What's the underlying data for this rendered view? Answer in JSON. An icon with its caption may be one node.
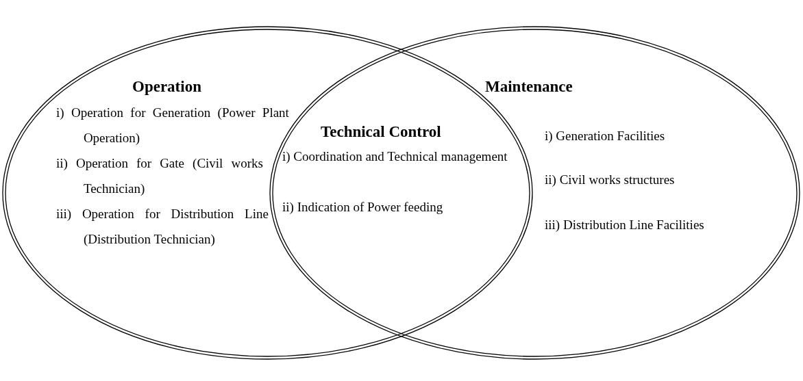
{
  "diagram": {
    "nodes": [
      {
        "text": [
          "Operation",
          "i) Operation for Generation (Power Plant Operation)",
          "ii) Operation for Gate (Civil works Technician)",
          "iii) Operation for Distribution Line (Distribution Technician)"
        ]
      },
      {
        "text": [
          "Technical Control",
          "i) Coordination and Technical management",
          "ii) Indication of Power feeding"
        ]
      },
      {
        "text": [
          "Maintenance",
          "i) Generation Facilities",
          "ii) Civil works structures",
          "iii) Distribution Line Facilities"
        ]
      }
    ],
    "edges": []
  }
}
